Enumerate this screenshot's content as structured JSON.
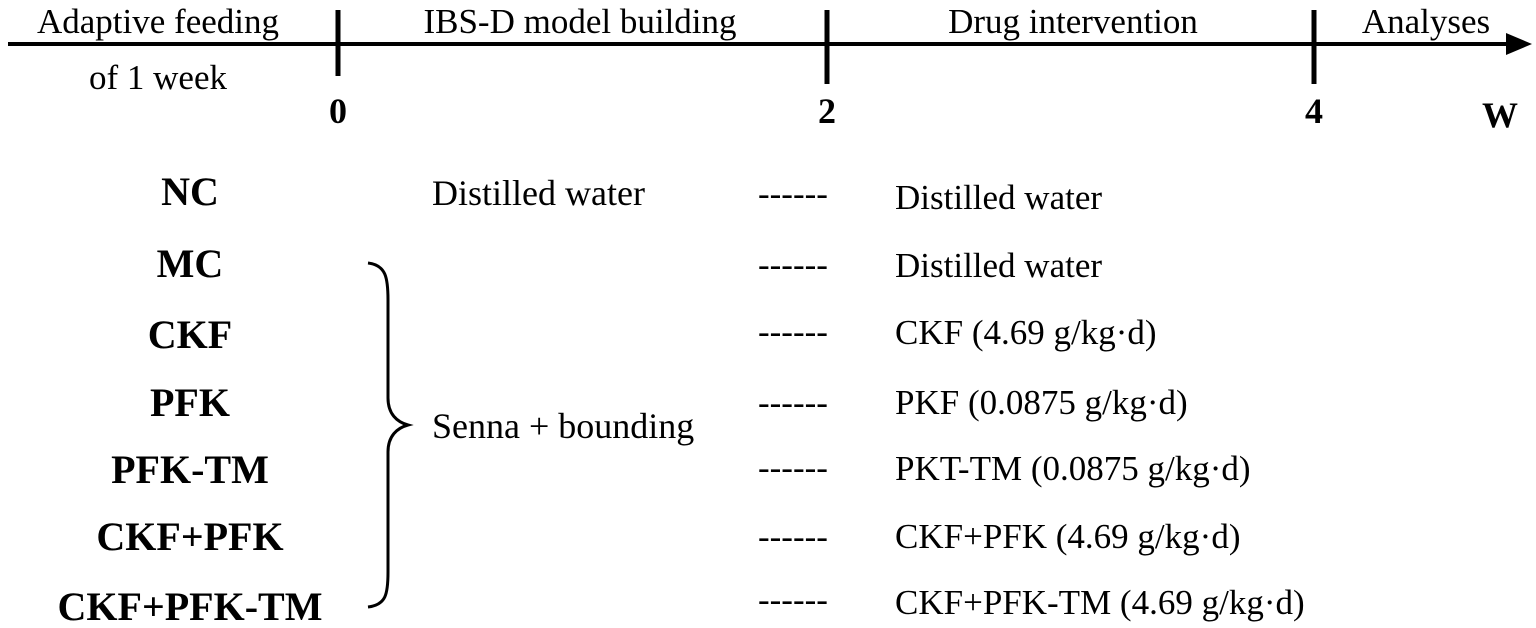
{
  "timeline": {
    "phases": [
      "Adaptive feeding",
      "of 1 week",
      "IBS-D model building",
      "Drug intervention",
      "Analyses"
    ],
    "ticks": [
      "0",
      "2",
      "4"
    ],
    "unit": "W"
  },
  "modeling": {
    "control_treatment": "Distilled water",
    "model_treatment": "Senna + bounding"
  },
  "groups": [
    {
      "name": "NC",
      "intervention": "Distilled water"
    },
    {
      "name": "MC",
      "intervention": "Distilled water"
    },
    {
      "name": "CKF",
      "intervention": "CKF (4.69 g/kg·d)"
    },
    {
      "name": "PFK",
      "intervention": "PKF (0.0875 g/kg·d)"
    },
    {
      "name": "PFK-TM",
      "intervention": "PKT-TM (0.0875 g/kg·d)"
    },
    {
      "name": "CKF+PFK",
      "intervention": "CKF+PFK (4.69 g/kg·d)"
    },
    {
      "name": "CKF+PFK-TM",
      "intervention": "CKF+PFK-TM (4.69 g/kg·d)"
    }
  ],
  "connector_text": "------"
}
